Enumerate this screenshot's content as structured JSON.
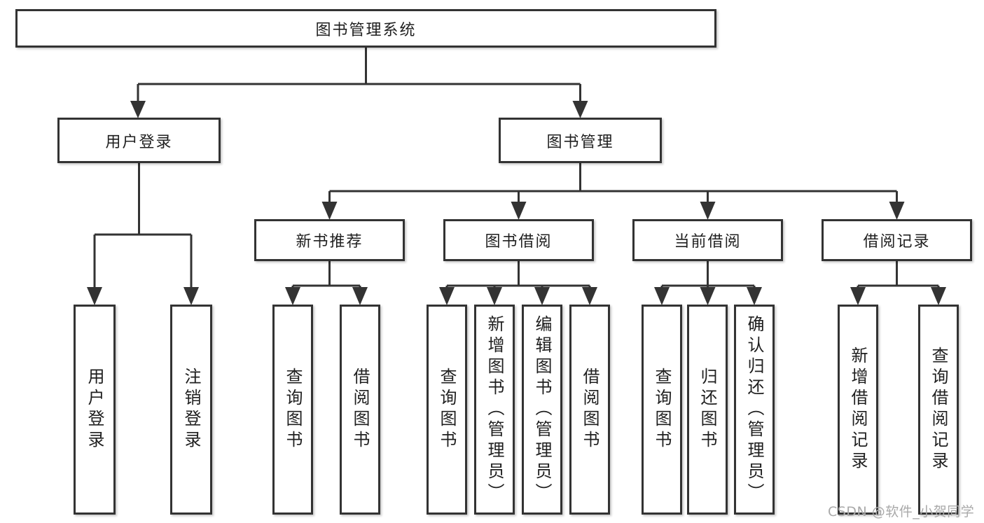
{
  "diagram": {
    "tree": {
      "label": "图书管理系统",
      "children": [
        {
          "label": "用户登录",
          "children": [
            {
              "label": "用户登录"
            },
            {
              "label": "注销登录"
            }
          ]
        },
        {
          "label": "图书管理",
          "children": [
            {
              "label": "新书推荐",
              "children": [
                {
                  "label": "查询图书"
                },
                {
                  "label": "借阅图书"
                }
              ]
            },
            {
              "label": "图书借阅",
              "children": [
                {
                  "label": "查询图书"
                },
                {
                  "label": "新增图书（管理员）"
                },
                {
                  "label": "编辑图书（管理员）"
                },
                {
                  "label": "借阅图书"
                }
              ]
            },
            {
              "label": "当前借阅",
              "children": [
                {
                  "label": "查询图书"
                },
                {
                  "label": "归还图书"
                },
                {
                  "label": "确认归还（管理员）"
                }
              ]
            },
            {
              "label": "借阅记录",
              "children": [
                {
                  "label": "新增借阅记录"
                },
                {
                  "label": "查询借阅记录"
                }
              ]
            }
          ]
        }
      ]
    },
    "colors": {
      "line": "#333333",
      "text": "#1f1f1f",
      "box_bg": "#ffffff",
      "background": "#ffffff",
      "watermark": "#a9a9a9"
    },
    "watermark": "CSDN @软件_小贺同学"
  }
}
